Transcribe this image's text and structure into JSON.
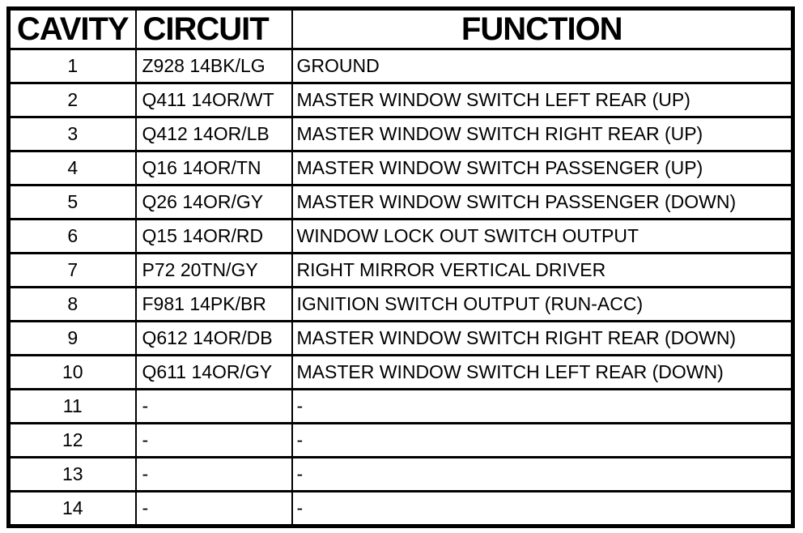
{
  "table": {
    "headers": [
      "CAVITY",
      "CIRCUIT",
      "FUNCTION"
    ],
    "rows": [
      {
        "cavity": "1",
        "circuit": "Z928 14BK/LG",
        "function": "GROUND"
      },
      {
        "cavity": "2",
        "circuit": "Q411 14OR/WT",
        "function": "MASTER WINDOW SWITCH LEFT REAR (UP)"
      },
      {
        "cavity": "3",
        "circuit": "Q412 14OR/LB",
        "function": "MASTER WINDOW SWITCH RIGHT REAR (UP)"
      },
      {
        "cavity": "4",
        "circuit": "Q16 14OR/TN",
        "function": "MASTER WINDOW SWITCH PASSENGER (UP)"
      },
      {
        "cavity": "5",
        "circuit": "Q26 14OR/GY",
        "function": "MASTER WINDOW SWITCH PASSENGER (DOWN)"
      },
      {
        "cavity": "6",
        "circuit": "Q15 14OR/RD",
        "function": "WINDOW LOCK OUT SWITCH OUTPUT"
      },
      {
        "cavity": "7",
        "circuit": "P72 20TN/GY",
        "function": "RIGHT MIRROR VERTICAL DRIVER"
      },
      {
        "cavity": "8",
        "circuit": "F981 14PK/BR",
        "function": "IGNITION SWITCH OUTPUT (RUN-ACC)"
      },
      {
        "cavity": "9",
        "circuit": "Q612 14OR/DB",
        "function": "MASTER WINDOW SWITCH RIGHT REAR (DOWN)"
      },
      {
        "cavity": "10",
        "circuit": "Q611 14OR/GY",
        "function": "MASTER WINDOW SWITCH LEFT REAR (DOWN)"
      },
      {
        "cavity": "11",
        "circuit": "-",
        "function": "-"
      },
      {
        "cavity": "12",
        "circuit": "-",
        "function": "-"
      },
      {
        "cavity": "13",
        "circuit": "-",
        "function": "-"
      },
      {
        "cavity": "14",
        "circuit": "-",
        "function": "-"
      }
    ],
    "colors": {
      "border": "#000000",
      "background": "#ffffff",
      "text": "#000000"
    }
  }
}
